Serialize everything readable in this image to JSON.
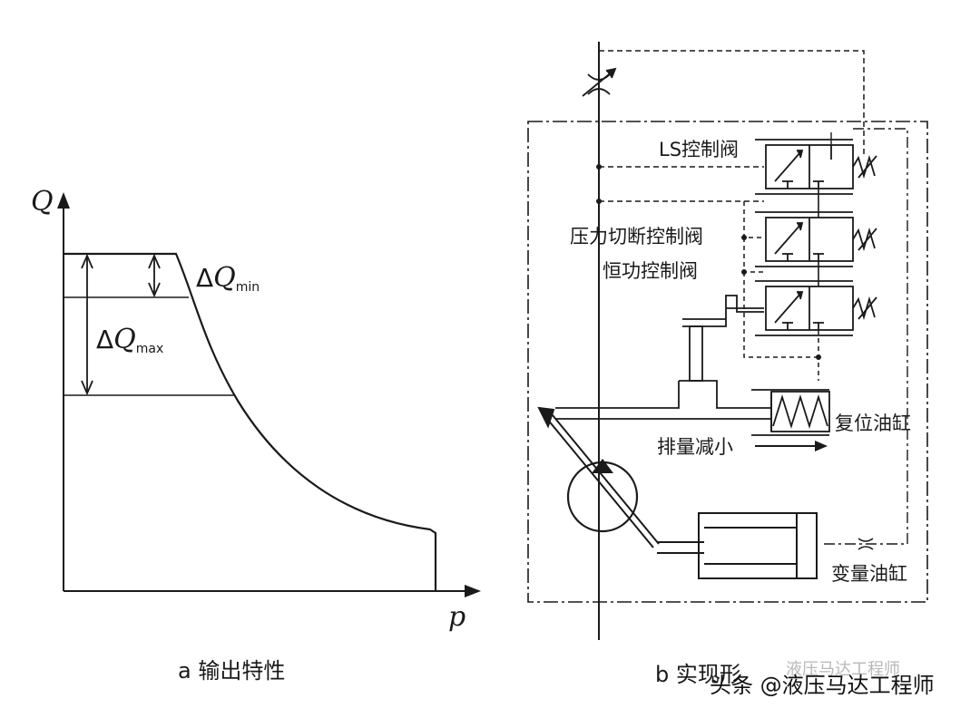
{
  "panel_a": {
    "axis_y": "Q",
    "axis_x": "p",
    "dq_min": {
      "delta": "Δ",
      "q": "Q",
      "sub": "min"
    },
    "dq_max": {
      "delta": "Δ",
      "q": "Q",
      "sub": "max"
    },
    "caption": "a  输出特性"
  },
  "panel_b": {
    "labels": {
      "ls_valve": "LS控制阀",
      "pressure_cutoff_valve": "压力切断控制阀",
      "constant_power_valve": "恒功控制阀",
      "reset_cylinder": "复位油缸",
      "displacement_decrease": "排量减小",
      "variable_cylinder": "变量油缸"
    },
    "caption": "b  实现形"
  },
  "watermark": {
    "text": "头条 @液压马达工程师",
    "faint": "液压马达工程师"
  },
  "colors": {
    "ink": "#1a1a1a",
    "background": "#ffffff"
  }
}
